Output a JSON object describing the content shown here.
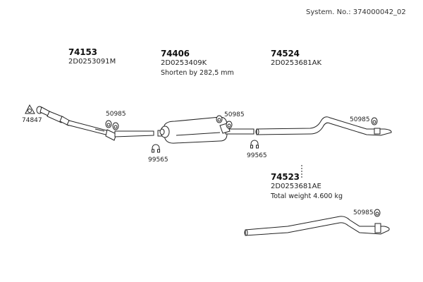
{
  "header": {
    "system_number_label": "System. No.: 374000042_02"
  },
  "parts": [
    {
      "part_number": "74153",
      "oem_number": "2D0253091M",
      "note": ""
    },
    {
      "part_number": "74406",
      "oem_number": "2D0253409K",
      "note": "Shorten by 282,5 mm"
    },
    {
      "part_number": "74524",
      "oem_number": "2D0253681AK",
      "note": ""
    },
    {
      "part_number": "74523",
      "oem_number": "2D0253681AE",
      "note": "Total weight 4.600 kg"
    }
  ],
  "accessory_labels": {
    "gasket": "74847",
    "rubber_mount_1": "50985",
    "rubber_mount_2": "50985",
    "rubber_mount_3": "50985",
    "rubber_mount_4": "50985",
    "clamp_1": "99565",
    "clamp_2": "99565"
  }
}
